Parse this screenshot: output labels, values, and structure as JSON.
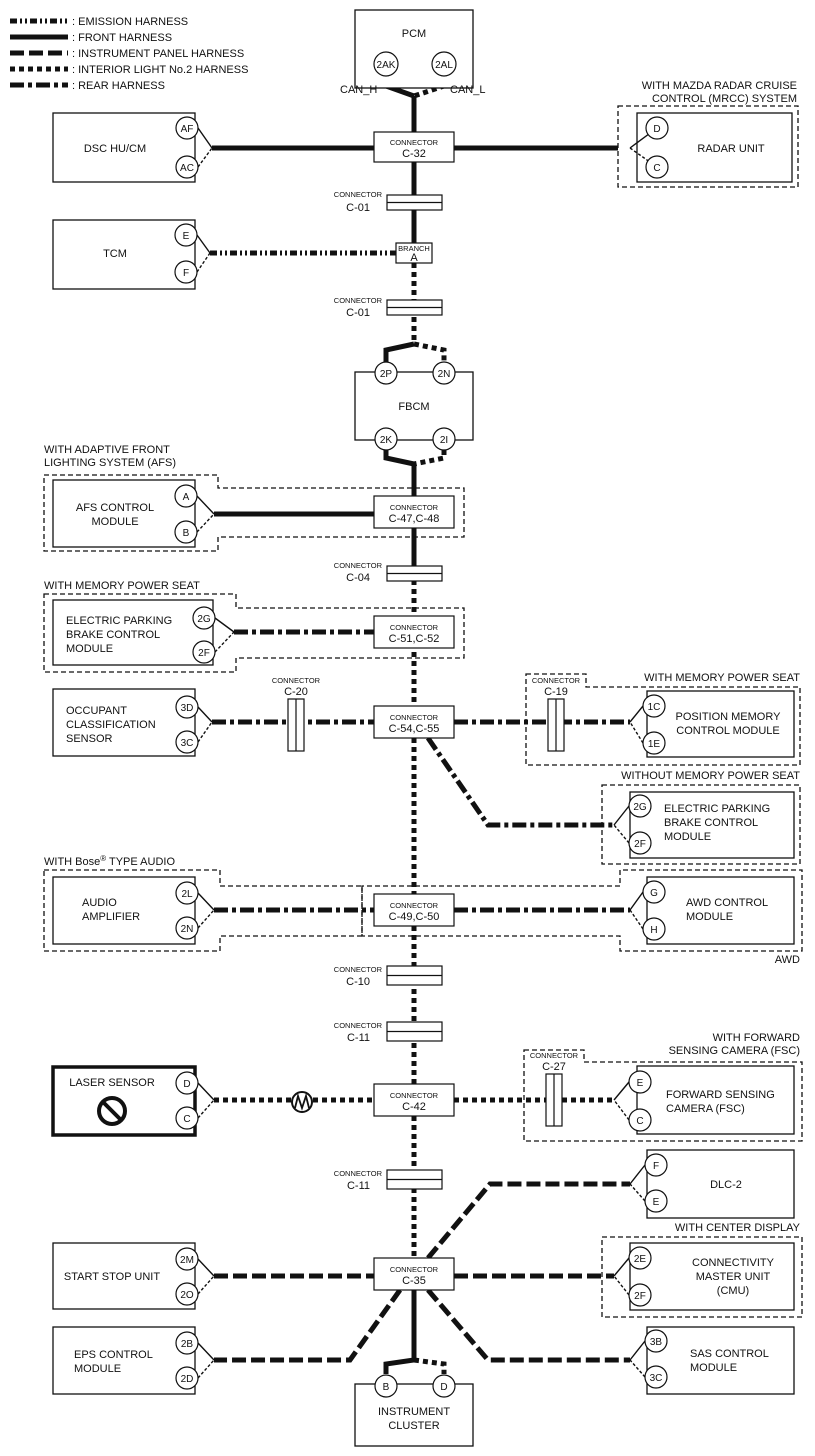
{
  "legend": [
    {
      "style": "emission",
      "label": ": EMISSION HARNESS"
    },
    {
      "style": "front",
      "label": ": FRONT HARNESS"
    },
    {
      "style": "instrument",
      "label": ": INSTRUMENT PANEL HARNESS"
    },
    {
      "style": "interior",
      "label": ": INTERIOR LIGHT No.2 HARNESS"
    },
    {
      "style": "rear",
      "label": ": REAR HARNESS"
    }
  ],
  "modules": {
    "pcm": "PCM",
    "dsc": "DSC HU/CM",
    "radar": "RADAR UNIT",
    "tcm": "TCM",
    "fbcm": "FBCM",
    "afs_1": "AFS CONTROL",
    "afs_2": "MODULE",
    "epb_1": "ELECTRIC PARKING",
    "epb_2": "BRAKE CONTROL",
    "epb_3": "MODULE",
    "ocs_1": "OCCUPANT",
    "ocs_2": "CLASSIFICATION",
    "ocs_3": "SENSOR",
    "pos_1": "POSITION MEMORY",
    "pos_2": "CONTROL MODULE",
    "epb2_1": "ELECTRIC PARKING",
    "epb2_2": "BRAKE CONTROL",
    "epb2_3": "MODULE",
    "amp_1": "AUDIO",
    "amp_2": "AMPLIFIER",
    "awd_1": "AWD CONTROL",
    "awd_2": "MODULE",
    "laser": "LASER SENSOR",
    "fsc_1": "FORWARD SENSING",
    "fsc_2": "CAMERA (FSC)",
    "dlc": "DLC-2",
    "ssu": "START STOP UNIT",
    "cmu_1": "CONNECTIVITY",
    "cmu_2": "MASTER UNIT",
    "cmu_3": "(CMU)",
    "eps_1": "EPS CONTROL",
    "eps_2": "MODULE",
    "sas_1": "SAS CONTROL",
    "sas_2": "MODULE",
    "ic_1": "INSTRUMENT",
    "ic_2": "CLUSTER"
  },
  "options": {
    "mrcc_1": "WITH MAZDA RADAR CRUISE",
    "mrcc_2": "CONTROL (MRCC) SYSTEM",
    "afs_1": "WITH ADAPTIVE FRONT",
    "afs_2": "LIGHTING SYSTEM (AFS)",
    "mem_seat_left": "WITH MEMORY POWER SEAT",
    "mem_seat_right": "WITH MEMORY POWER SEAT",
    "no_mem_seat": "WITHOUT MEMORY POWER SEAT",
    "bose_pre": "WITH Bose",
    "bose_reg": "®",
    "bose_post": " TYPE AUDIO",
    "awd": "AWD",
    "fsc_1": "WITH FORWARD",
    "fsc_2": "SENSING CAMERA (FSC)",
    "center_display": "WITH CENTER DISPLAY"
  },
  "signals": {
    "can_h": "CAN_H",
    "can_l": "CAN_L"
  },
  "connectors": {
    "word": "CONNECTOR",
    "branch_word": "BRANCH",
    "branch_id": "A",
    "c32": "C-32",
    "c01a": "C-01",
    "c01b": "C-01",
    "c4748": "C-47,C-48",
    "c04": "C-04",
    "c5152": "C-51,C-52",
    "c20": "C-20",
    "c5455": "C-54,C-55",
    "c19": "C-19",
    "c4950": "C-49,C-50",
    "c10": "C-10",
    "c11a": "C-11",
    "c42": "C-42",
    "c27": "C-27",
    "c11b": "C-11",
    "c35": "C-35"
  },
  "pins": {
    "pcm_h": "2AK",
    "pcm_l": "2AL",
    "dsc_h": "AF",
    "dsc_l": "AC",
    "radar_h": "D",
    "radar_l": "C",
    "tcm_h": "E",
    "tcm_l": "F",
    "fbcm_in_h": "2P",
    "fbcm_in_l": "2N",
    "fbcm_out_h": "2K",
    "fbcm_out_l": "2I",
    "afs_h": "A",
    "afs_l": "B",
    "epb_h": "2G",
    "epb_l": "2F",
    "ocs_h": "3D",
    "ocs_l": "3C",
    "pos_h": "1C",
    "pos_l": "1E",
    "epb2_h": "2G",
    "epb2_l": "2F",
    "amp_h": "2L",
    "amp_l": "2N",
    "awd_h": "G",
    "awd_l": "H",
    "laser_h": "D",
    "laser_l": "C",
    "fsc_h": "E",
    "fsc_l": "C",
    "dlc_h": "F",
    "dlc_l": "E",
    "ssu_h": "2M",
    "ssu_l": "2O",
    "cmu_h": "2E",
    "cmu_l": "2F",
    "eps_h": "2B",
    "eps_l": "2D",
    "sas_h": "3B",
    "sas_l": "3C",
    "ic_h": "B",
    "ic_l": "D"
  },
  "colors": {
    "line": "#111111",
    "background": "#ffffff"
  }
}
